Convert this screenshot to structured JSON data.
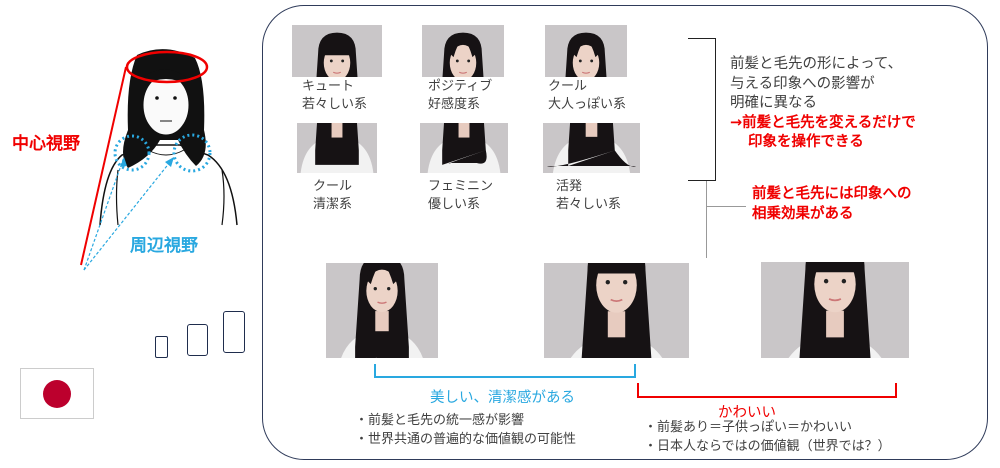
{
  "left_panel": {
    "central_vision_label": "中心視野",
    "peripheral_vision_label": "周辺視野",
    "colors": {
      "central": "#f00000",
      "peripheral": "#29a8e0",
      "flag_circle": "#bc002d"
    }
  },
  "top_grid": [
    {
      "line1": "キュート",
      "line2": "若々しい系"
    },
    {
      "line1": "ポジティブ",
      "line2": "好感度系"
    },
    {
      "line1": "クール",
      "line2": "大人っぽい系"
    },
    {
      "line1": "クール",
      "line2": "清潔系"
    },
    {
      "line1": "フェミニン",
      "line2": "優しい系"
    },
    {
      "line1": "活発",
      "line2": "若々しい系"
    }
  ],
  "findings": {
    "line1": "前髪と毛先の形によって、",
    "line2": "与える印象への影響が",
    "line3": "明確に異なる",
    "conclusion1": "→前髪と毛先を変えるだけで",
    "conclusion2": "印象を操作できる",
    "synergy1": "前髪と毛先には印象への",
    "synergy2": "相乗効果がある"
  },
  "bottom": {
    "beautiful_label": "美しい、清潔感がある",
    "beautiful_bullets": [
      "・前髪と毛先の統一感が影響",
      "・世界共通の普遍的な価値観の可能性"
    ],
    "cute_label": "かわいい",
    "cute_bullets": [
      "・前髪あり＝子供っぽい＝かわいい",
      "・日本人ならではの価値観（世界では？）"
    ]
  }
}
